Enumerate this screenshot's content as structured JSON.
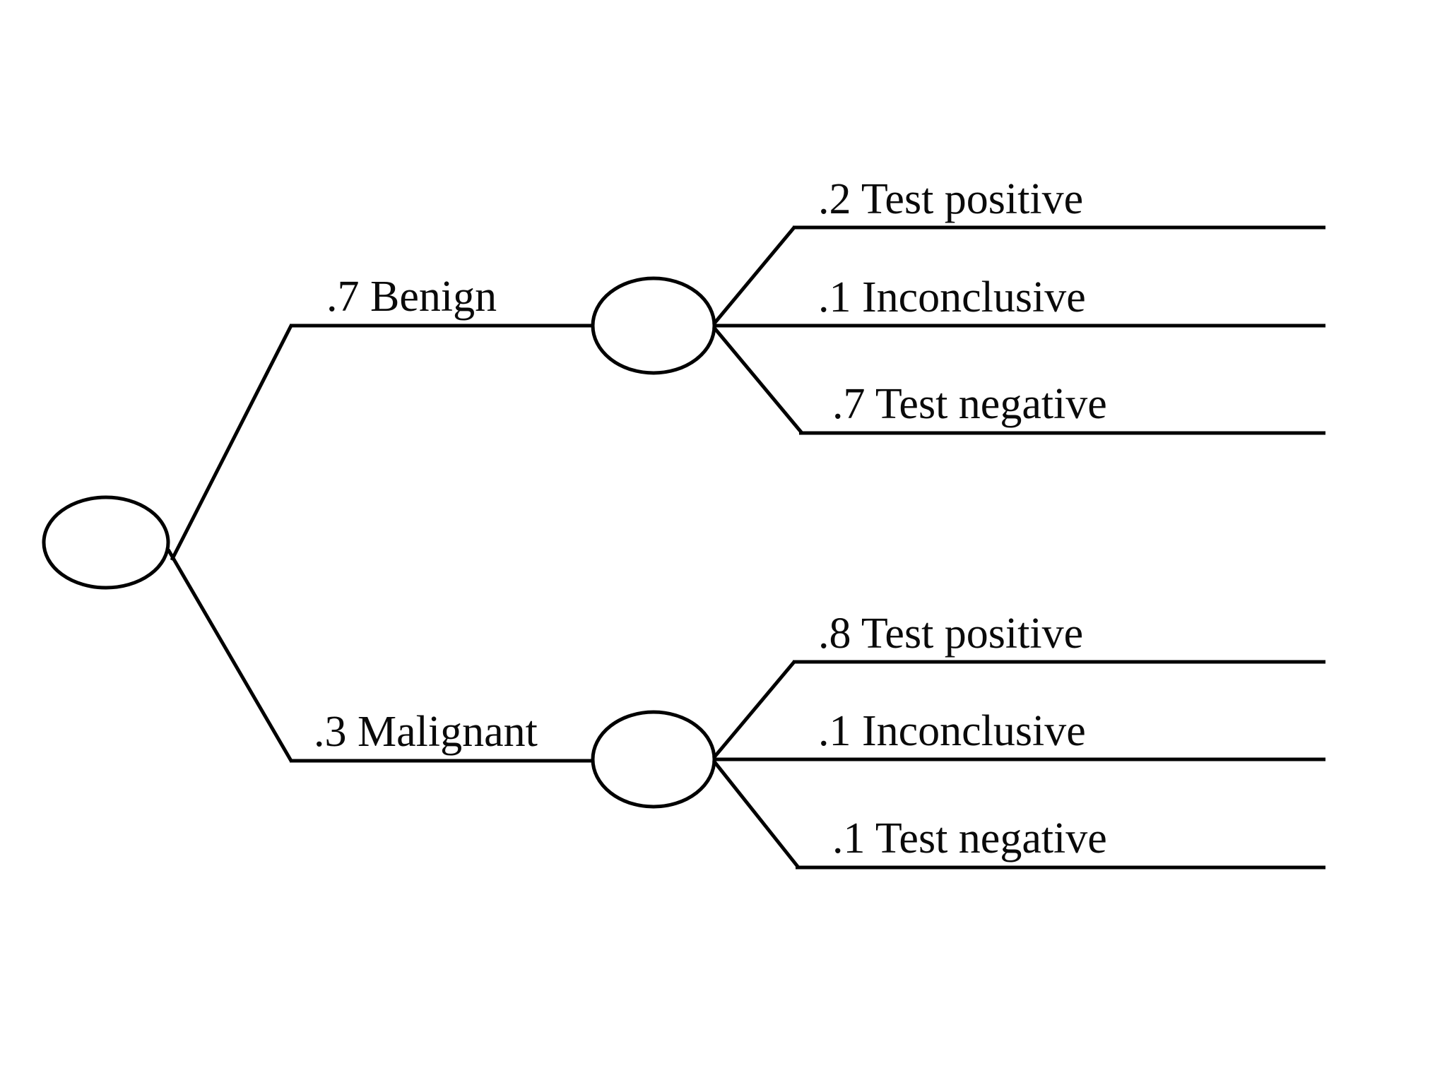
{
  "diagram": {
    "type": "probability-tree",
    "title": "",
    "background_color": "#ffffff",
    "line_color": "#000000",
    "text_color": "#0a0a0a",
    "root": {
      "node_label": "",
      "node_shape": "ellipse"
    },
    "branches": [
      {
        "id": "benign",
        "probability": ".7",
        "name": "Benign",
        "label": ".7 Benign",
        "node_shape": "ellipse",
        "node_label": "",
        "children": [
          {
            "id": "benign-test-positive",
            "probability": ".2",
            "name": "Test positive",
            "label": ".2 Test positive"
          },
          {
            "id": "benign-inconclusive",
            "probability": ".1",
            "name": "Inconclusive",
            "label": ".1 Inconclusive"
          },
          {
            "id": "benign-test-negative",
            "probability": ".7",
            "name": "Test negative",
            "label": ".7 Test negative"
          }
        ]
      },
      {
        "id": "malignant",
        "probability": ".3",
        "name": "Malignant",
        "label": ".3 Malignant",
        "node_shape": "ellipse",
        "node_label": "",
        "children": [
          {
            "id": "malignant-test-positive",
            "probability": ".8",
            "name": "Test positive",
            "label": ".8 Test positive"
          },
          {
            "id": "malignant-inconclusive",
            "probability": ".1",
            "name": "Inconclusive",
            "label": ".1 Inconclusive"
          },
          {
            "id": "malignant-test-negative",
            "probability": ".1",
            "name": "Test negative",
            "label": ".1 Test negative"
          }
        ]
      }
    ]
  }
}
